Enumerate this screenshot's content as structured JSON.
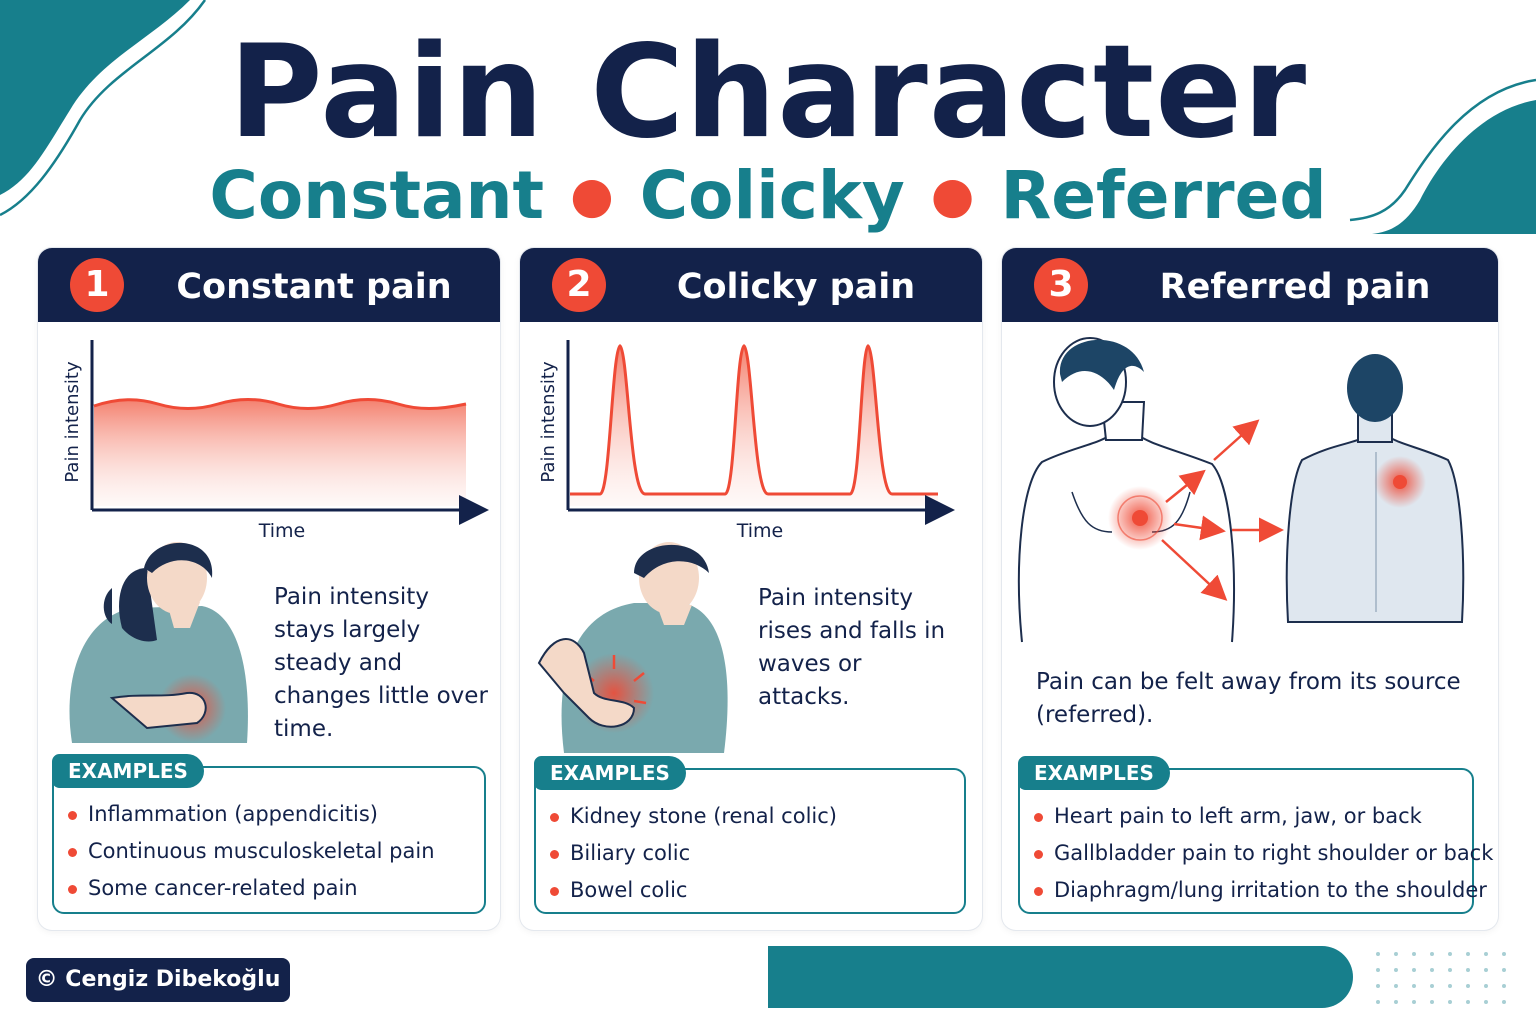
{
  "title": "Pain Character",
  "subtitle": [
    "Constant",
    "Colicky",
    "Referred"
  ],
  "colors": {
    "navy": "#13224a",
    "teal": "#177f8c",
    "red": "#ef4a36"
  },
  "cards": [
    {
      "number": "1",
      "title": "Constant pain",
      "graph": {
        "ylabel": "Pain intensity",
        "xlabel": "Time"
      },
      "description": "Pain intensity stays largely steady and changes little over time.",
      "examples_label": "EXAMPLES",
      "examples": [
        "Inflammation (appendicitis)",
        "Continuous musculoskeletal pain",
        "Some cancer-related pain"
      ]
    },
    {
      "number": "2",
      "title": "Colicky pain",
      "graph": {
        "ylabel": "Pain intensity",
        "xlabel": "Time"
      },
      "description": "Pain intensity rises and falls in waves or attacks.",
      "examples_label": "EXAMPLES",
      "examples": [
        "Kidney stone (renal colic)",
        "Biliary colic",
        "Bowel colic"
      ]
    },
    {
      "number": "3",
      "title": "Referred pain",
      "description": "Pain can be felt away from its source (referred).",
      "examples_label": "EXAMPLES",
      "examples": [
        "Heart pain to left arm, jaw, or back",
        "Gallbladder pain to right shoulder or back",
        "Diaphragm/lung irritation to the shoulder"
      ]
    }
  ],
  "credit": "© Cengiz Dibekoğlu"
}
